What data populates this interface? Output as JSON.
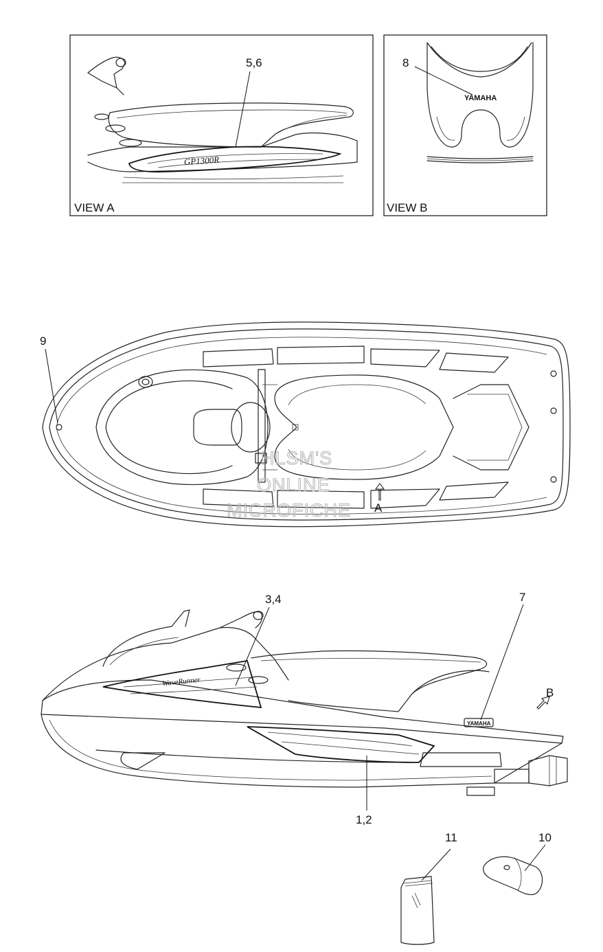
{
  "view_a": {
    "caption": "VIEW A",
    "callout": "5,6"
  },
  "view_b": {
    "caption": "VIEW B",
    "callout": "8",
    "decal_text": "YAMAHA"
  },
  "top_view": {
    "callout_9": "9",
    "view_arrow_label": "A",
    "watermark": [
      "HLSM'S",
      "ONLINE",
      "MICROFICHE"
    ]
  },
  "side_view": {
    "callout_3_4": "3,4",
    "callout_7": "7",
    "callout_1_2": "1,2",
    "view_arrow_label": "B",
    "decal_text": "WaveRunner",
    "badge_text": "YAMAHA"
  },
  "parts": {
    "callout_11": "11",
    "callout_10": "10"
  }
}
